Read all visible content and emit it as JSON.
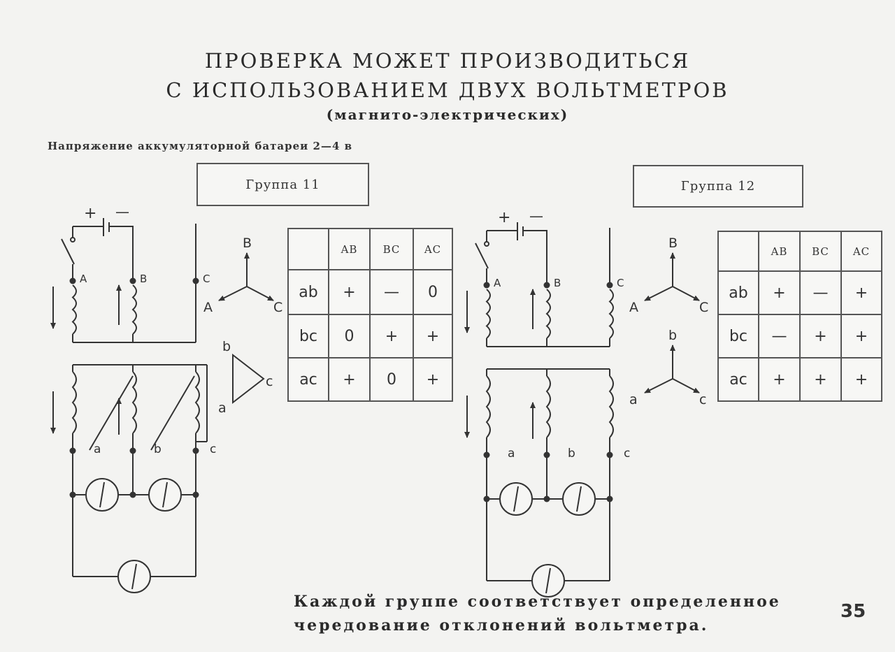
{
  "title": {
    "line1": "ПРОВЕРКА МОЖЕТ ПРОИЗВОДИТЬСЯ",
    "line2": "С ИСПОЛЬЗОВАНИЕМ ДВУХ ВОЛЬТМЕТРОВ",
    "line3": "(магнито-электрических)"
  },
  "battery_note": "Напряжение аккумуляторной батареи 2—4 в",
  "battery_polarity": {
    "plus": "+",
    "minus": "—"
  },
  "terminals": {
    "upper": [
      "A",
      "B",
      "C"
    ],
    "lower": [
      "a",
      "b",
      "c"
    ]
  },
  "groups": [
    {
      "label": "Группа 11",
      "primary_vector_labels": [
        "B",
        "A",
        "C"
      ],
      "secondary_vector_labels": [
        "b",
        "a",
        "c"
      ],
      "table": {
        "columns": [
          "AB",
          "BC",
          "AC"
        ],
        "rows": [
          {
            "label": "ab",
            "values": [
              "+",
              "—",
              "0"
            ]
          },
          {
            "label": "bc",
            "values": [
              "0",
              "+",
              "+"
            ]
          },
          {
            "label": "ac",
            "values": [
              "+",
              "0",
              "+"
            ]
          }
        ]
      }
    },
    {
      "label": "Группа 12",
      "primary_vector_labels": [
        "B",
        "A",
        "C"
      ],
      "secondary_vector_labels": [
        "b",
        "a",
        "c"
      ],
      "table": {
        "columns": [
          "AB",
          "BC",
          "AC"
        ],
        "rows": [
          {
            "label": "ab",
            "values": [
              "+",
              "—",
              "+"
            ]
          },
          {
            "label": "bc",
            "values": [
              "—",
              "+",
              "+"
            ]
          },
          {
            "label": "ac",
            "values": [
              "+",
              "+",
              "+"
            ]
          }
        ]
      }
    }
  ],
  "footer": {
    "line1": "Каждой группе соответствует определенное",
    "line2": "чередование отклонений вольтметра."
  },
  "page_number": "35"
}
